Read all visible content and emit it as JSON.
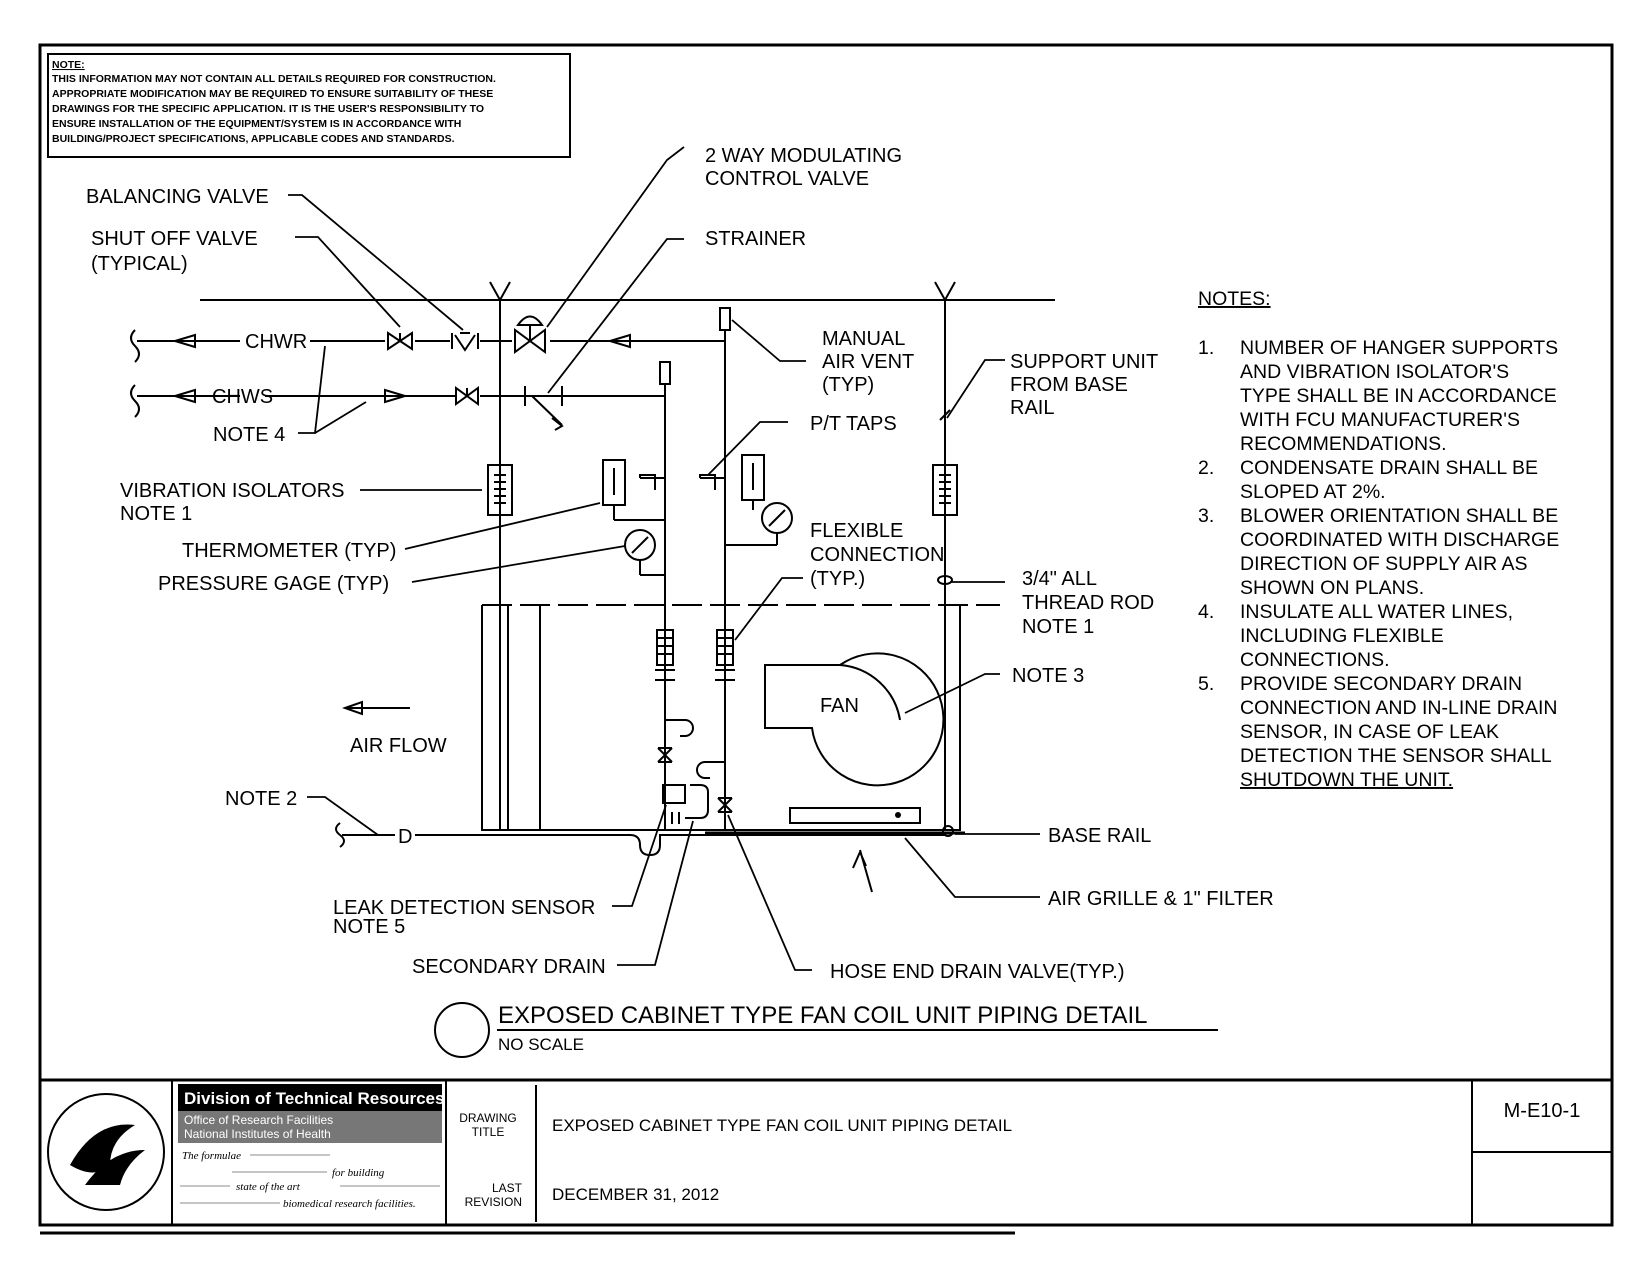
{
  "disclaimer": {
    "heading": "NOTE:",
    "lines": [
      "THIS INFORMATION MAY NOT CONTAIN ALL DETAILS REQUIRED FOR CONSTRUCTION.",
      "APPROPRIATE MODIFICATION MAY BE REQUIRED TO ENSURE SUITABILITY OF THESE",
      "DRAWINGS FOR THE SPECIFIC APPLICATION.  IT IS THE USER'S RESPONSIBILITY TO",
      "ENSURE INSTALLATION OF THE EQUIPMENT/SYSTEM IS IN ACCORDANCE WITH",
      "BUILDING/PROJECT SPECIFICATIONS, APPLICABLE CODES AND STANDARDS."
    ]
  },
  "callouts": {
    "control_valve_1": "2 WAY MODULATING",
    "control_valve_2": "CONTROL VALVE",
    "balancing_valve": "BALANCING VALVE",
    "shutoff_1": "SHUT OFF VALVE",
    "shutoff_2": "(TYPICAL)",
    "strainer": "STRAINER",
    "chwr": "CHWR",
    "chws": "CHWS",
    "note4": "NOTE 4",
    "manual_vent_1": "MANUAL",
    "manual_vent_2": "AIR VENT",
    "manual_vent_3": "(TYP)",
    "support_1": "SUPPORT UNIT",
    "support_2": "FROM BASE",
    "support_3": "RAIL",
    "pt_taps": "P/T TAPS",
    "vib_1": "VIBRATION ISOLATORS",
    "vib_2": "NOTE 1",
    "thermometer": "THERMOMETER (TYP)",
    "gage": "PRESSURE GAGE (TYP)",
    "flex_1": "FLEXIBLE",
    "flex_2": "CONNECTION",
    "flex_3": "(TYP.)",
    "rod_1": "3/4\" ALL",
    "rod_2": "THREAD ROD",
    "rod_3": "NOTE 1",
    "note3": "NOTE 3",
    "fan": "FAN",
    "air_flow": "AIR FLOW",
    "note2": "NOTE 2",
    "drain_d": "D",
    "base_rail": "BASE RAIL",
    "grille": "AIR GRILLE & 1\" FILTER",
    "leak_1": "LEAK DETECTION SENSOR",
    "leak_2": "NOTE 5",
    "secondary_drain": "SECONDARY DRAIN",
    "hose_drain": "HOSE END DRAIN VALVE(TYP.)"
  },
  "notes": {
    "heading": "NOTES:",
    "items": [
      {
        "num": "1.",
        "lines": [
          "NUMBER OF HANGER SUPPORTS",
          "AND VIBRATION ISOLATOR'S",
          "TYPE SHALL BE IN ACCORDANCE",
          "WITH FCU MANUFACTURER'S",
          "RECOMMENDATIONS."
        ]
      },
      {
        "num": "2.",
        "lines": [
          "CONDENSATE DRAIN SHALL BE",
          "SLOPED AT 2%."
        ]
      },
      {
        "num": "3.",
        "lines": [
          "BLOWER ORIENTATION SHALL BE",
          "COORDINATED WITH DISCHARGE",
          "DIRECTION OF SUPPLY AIR AS",
          "SHOWN ON PLANS."
        ]
      },
      {
        "num": "4.",
        "lines": [
          "INSULATE ALL WATER LINES,",
          "INCLUDING FLEXIBLE",
          "CONNECTIONS."
        ]
      },
      {
        "num": "5.",
        "lines": [
          "PROVIDE SECONDARY DRAIN",
          "CONNECTION AND IN-LINE DRAIN",
          "SENSOR, IN CASE OF LEAK",
          "DETECTION THE SENSOR SHALL",
          "SHUTDOWN THE UNIT."
        ]
      }
    ]
  },
  "detail_title": {
    "title": "EXPOSED CABINET TYPE FAN COIL UNIT PIPING DETAIL",
    "scale": "NO SCALE"
  },
  "title_block": {
    "division": "Division of Technical Resources",
    "office": "Office of Research Facilities",
    "institute": "National Institutes of Health",
    "formula_line1": "The formulae",
    "formula_line1b": "for building",
    "formula_line2": "state of the art",
    "formula_line3": "biomedical research facilities.",
    "drawing_title_label_1": "DRAWING",
    "drawing_title_label_2": "TITLE",
    "drawing_title": "EXPOSED CABINET TYPE FAN COIL UNIT PIPING DETAIL",
    "last_revision_label_1": "LAST",
    "last_revision_label_2": "REVISION",
    "last_revision": "DECEMBER 31, 2012",
    "drawing_number": "M-E10-1"
  }
}
